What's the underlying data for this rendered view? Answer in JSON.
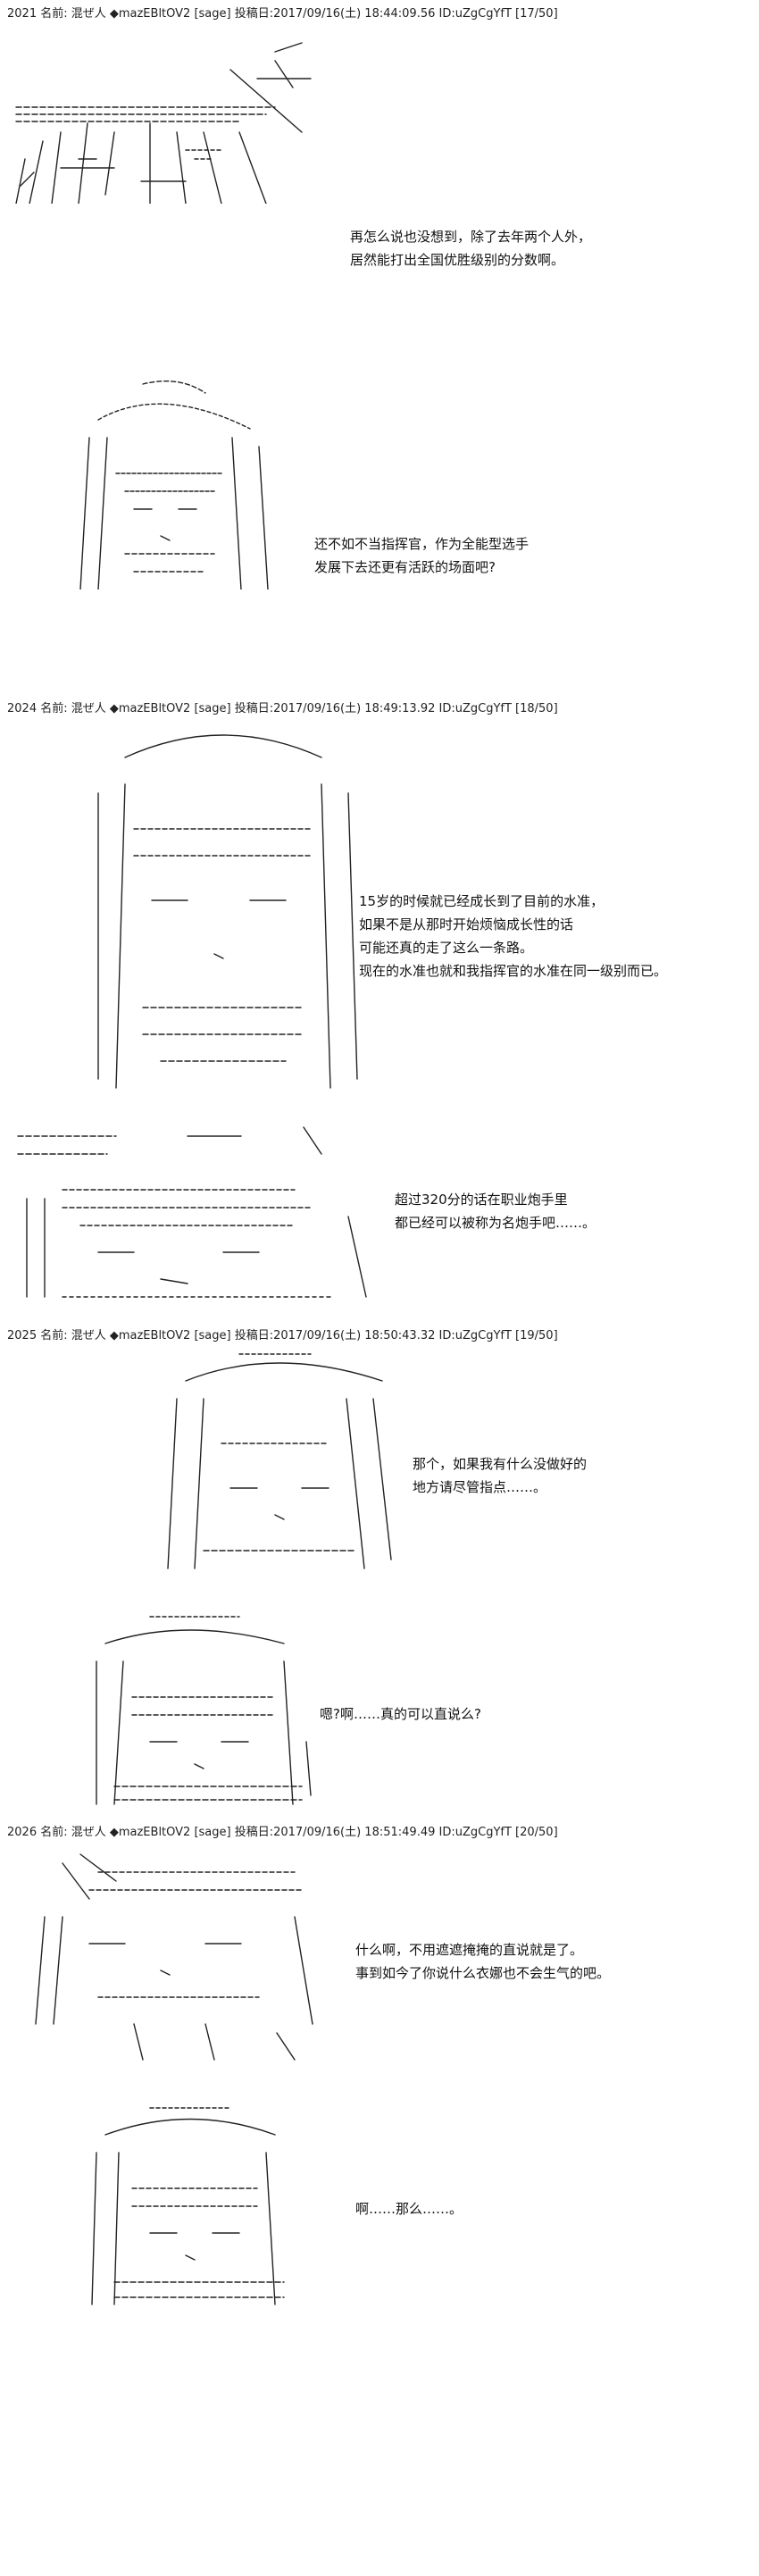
{
  "posts": [
    {
      "header": "2021 名前: 混ぜ人 ◆mazEBltOV2 [sage] 投稿日:2017/09/16(土) 18:44:09.56 ID:uZgCgYfT [17/50]"
    },
    {
      "header": "2024 名前: 混ぜ人 ◆mazEBltOV2 [sage] 投稿日:2017/09/16(土) 18:49:13.92 ID:uZgCgYfT [18/50]"
    },
    {
      "header": "2025 名前: 混ぜ人 ◆mazEBltOV2 [sage] 投稿日:2017/09/16(土) 18:50:43.32 ID:uZgCgYfT [19/50]"
    },
    {
      "header": "2026 名前: 混ぜ人 ◆mazEBltOV2 [sage] 投稿日:2017/09/16(土) 18:51:49.49 ID:uZgCgYfT [20/50]"
    }
  ],
  "dialogues": [
    {
      "lines": [
        "再怎么说也没想到，除了去年两个人外，",
        "居然能打出全国优胜级别的分数啊。"
      ]
    },
    {
      "lines": [
        "还不如不当指挥官，作为全能型选手",
        "发展下去还更有活跃的场面吧?"
      ]
    },
    {
      "lines": [
        "15岁的时候就已经成长到了目前的水准，",
        "如果不是从那时开始烦恼成长性的话",
        "可能还真的走了这么一条路。",
        "现在的水准也就和我指挥官的水准在同一级别而已。"
      ]
    },
    {
      "lines": [
        "超过320分的话在职业炮手里",
        "都已经可以被称为名炮手吧……。"
      ]
    },
    {
      "lines": [
        "那个，如果我有什么没做好的",
        "地方请尽管指点……。"
      ]
    },
    {
      "lines": [
        "嗯?啊……真的可以直说么?"
      ]
    },
    {
      "lines": [
        "什么啊，不用遮遮掩掩的直说就是了。",
        "事到如今了你说什么衣娜也不会生气的吧。"
      ]
    },
    {
      "lines": [
        "啊……那么……。"
      ]
    }
  ]
}
